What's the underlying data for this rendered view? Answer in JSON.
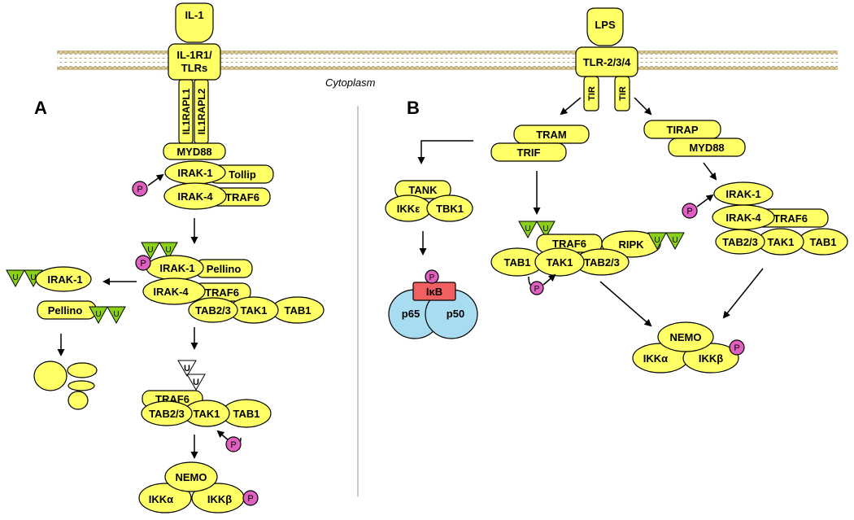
{
  "membrane": {
    "compartment": "Cytoplasm"
  },
  "panel_a": {
    "letter": "A",
    "ligand": "IL-1",
    "receptor_line1": "IL-1R1/",
    "receptor_line2": "TLRs",
    "accessory1": "IL1RAPL1",
    "accessory2": "IL1RAPL2",
    "myd88": "MYD88",
    "irak1": "IRAK-1",
    "tollip": "Tollip",
    "irak4": "IRAK-4",
    "traf6": "TRAF6",
    "pellino": "Pellino",
    "tab23": "TAB2/3",
    "tak1": "TAK1",
    "tab1": "TAB1",
    "nemo": "NEMO",
    "ikka": "IKKα",
    "ikkb": "IKKβ",
    "phospho": "P",
    "ubiquitin": "U"
  },
  "panel_b": {
    "letter": "B",
    "ligand": "LPS",
    "receptor": "TLR-2/3/4",
    "tir": "TIR",
    "tram": "TRAM",
    "trif": "TRIF",
    "tirap": "TIRAP",
    "myd88": "MYD88",
    "tank": "TANK",
    "ikke": "IKKε",
    "tbk1": "TBK1",
    "ikb": "IκB",
    "p65": "p65",
    "p50": "p50",
    "traf6": "TRAF6",
    "ripk": "RIPK",
    "tab1": "TAB1",
    "tak1": "TAK1",
    "tab23": "TAB2/3",
    "irak1": "IRAK-1",
    "irak4": "IRAK-4",
    "nemo": "NEMO",
    "ikka": "IKKα",
    "ikkb": "IKKβ",
    "phospho": "P",
    "ubiquitin": "U"
  },
  "colors": {
    "protein": "#ffff66",
    "phosphate": "#e060c0",
    "ubiquitin": "#8bd018",
    "nfkb": "#a8dcf0",
    "ikb": "#f06060",
    "membrane": "#d8c890"
  }
}
